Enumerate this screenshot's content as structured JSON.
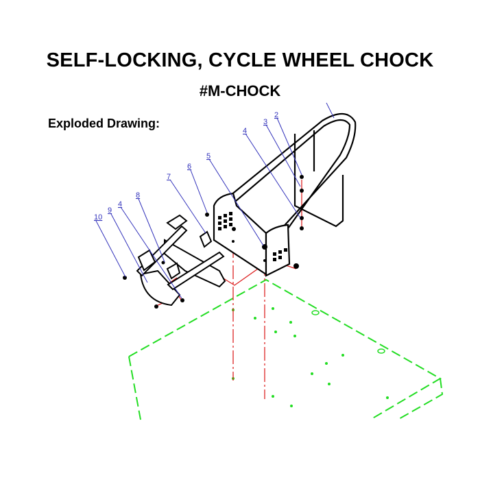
{
  "title": "SELF-LOCKING, CYCLE WHEEL CHOCK",
  "part_number": "#M-CHOCK",
  "section_label": "Exploded Drawing:",
  "callouts": [
    "2",
    "3",
    "4",
    "5",
    "6",
    "7",
    "8",
    "4",
    "9",
    "10"
  ],
  "colors": {
    "parts": "#000000",
    "callout": "#3333bb",
    "assembly_lines": "#dd2222",
    "base_plate": "#22dd22"
  }
}
